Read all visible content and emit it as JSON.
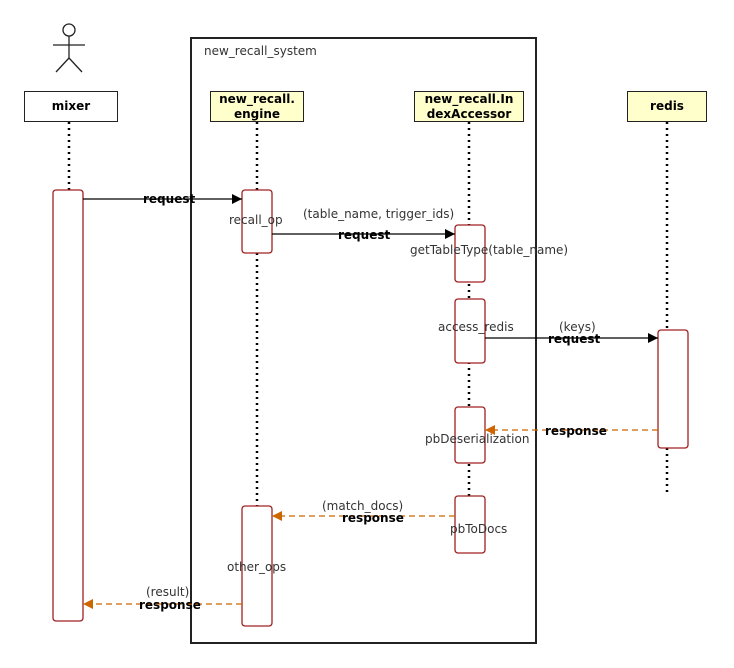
{
  "system_title": "new_recall_system",
  "participants": [
    {
      "id": "mixer",
      "lines": [
        "mixer"
      ]
    },
    {
      "id": "engine",
      "lines": [
        "new_recall.",
        "engine"
      ]
    },
    {
      "id": "accessor",
      "lines": [
        "new_recall.In",
        "dexAccessor"
      ]
    },
    {
      "id": "redis",
      "lines": [
        "redis"
      ]
    }
  ],
  "activation_labels": {
    "recall_op": "recall_op",
    "get_table_type": "getTableType(table_name)",
    "access_redis": "access_redis",
    "pb_deserialization": "pbDeserialization",
    "pb_to_docs": "pbToDocs",
    "other_ops": "other_ops"
  },
  "messages": [
    {
      "id": "mixer-to-engine",
      "label": "request",
      "param": "",
      "style": "solid"
    },
    {
      "id": "engine-to-accessor",
      "label": "request",
      "param": "(table_name, trigger_ids)",
      "style": "solid"
    },
    {
      "id": "accessor-to-redis",
      "label": "request",
      "param": "(keys)",
      "style": "solid"
    },
    {
      "id": "redis-to-accessor",
      "label": "response",
      "param": "",
      "style": "dashed"
    },
    {
      "id": "accessor-to-engine",
      "label": "response",
      "param": "(match_docs)",
      "style": "dashed"
    },
    {
      "id": "engine-to-mixer",
      "label": "response",
      "param": "(result)",
      "style": "dashed"
    }
  ],
  "colors": {
    "activation_border": "#a02020",
    "request_line": "#000000",
    "response_line": "#cc6600",
    "participant_fill": "#ffffcc"
  }
}
